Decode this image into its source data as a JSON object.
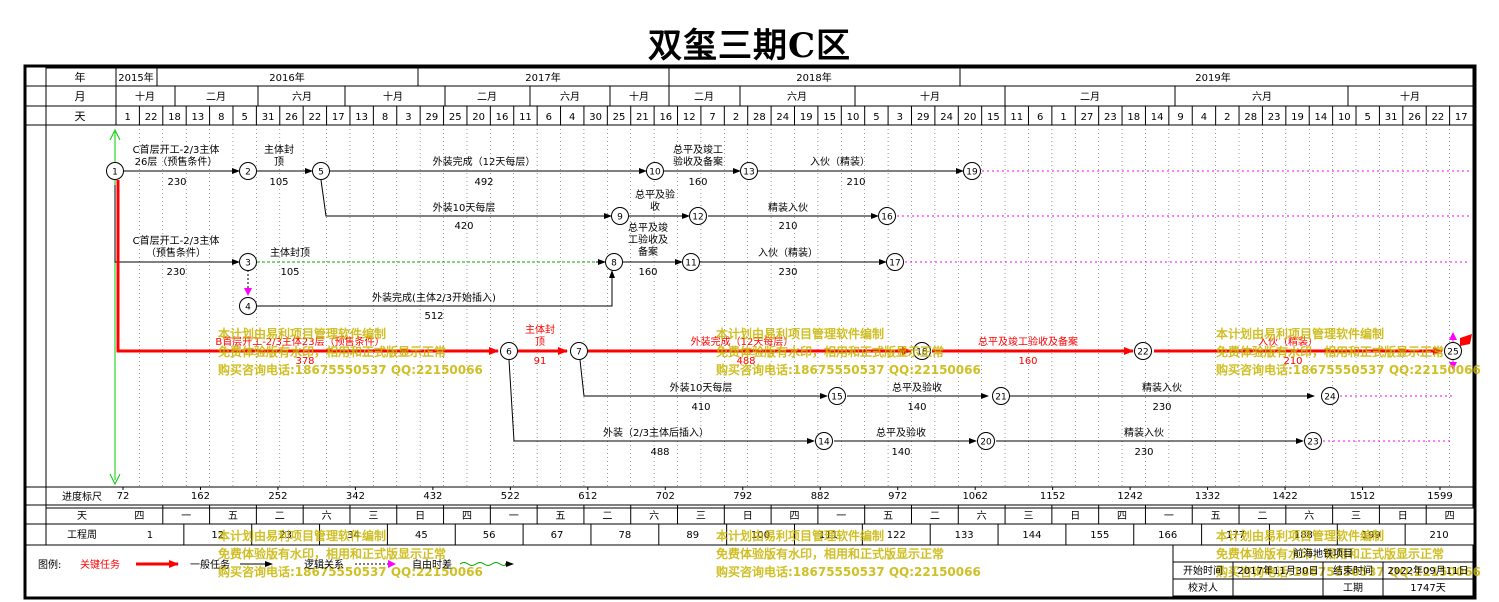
{
  "title": "双玺三期C区",
  "header": {
    "row_labels": {
      "year": "年",
      "month": "月",
      "day": "天"
    },
    "years": [
      "2015年",
      "2016年",
      "2017年",
      "2018年",
      "2019年"
    ],
    "months": [
      "十月",
      "二月",
      "六月",
      "十月",
      "二月",
      "六月",
      "十月",
      "二月",
      "六月",
      "十月",
      "二月",
      "六月",
      "十月"
    ],
    "days": [
      "1",
      "22",
      "18",
      "13",
      "8",
      "5",
      "31",
      "26",
      "22",
      "17",
      "13",
      "8",
      "3",
      "29",
      "25",
      "20",
      "16",
      "11",
      "6",
      "4",
      "30",
      "25",
      "21",
      "16",
      "12",
      "7",
      "2",
      "28",
      "24",
      "19",
      "15",
      "10",
      "5",
      "3",
      "29",
      "24",
      "20",
      "15",
      "11",
      "6",
      "1",
      "27",
      "23",
      "18",
      "14",
      "9",
      "4",
      "2",
      "28",
      "23",
      "19",
      "14",
      "10",
      "5",
      "31",
      "26",
      "22",
      "17"
    ]
  },
  "bottom": {
    "scale_label": "进度标尺",
    "scale": [
      "72",
      "162",
      "252",
      "342",
      "432",
      "522",
      "612",
      "702",
      "792",
      "882",
      "972",
      "1062",
      "1152",
      "1242",
      "1332",
      "1422",
      "1512",
      "1599"
    ],
    "weekday_label": "天",
    "weekdays": [
      "四",
      "一",
      "五",
      "二",
      "六",
      "三",
      "日",
      "四",
      "一",
      "五",
      "二",
      "六",
      "三",
      "日",
      "四",
      "一",
      "五",
      "二",
      "六",
      "三",
      "日",
      "四",
      "一",
      "五",
      "二",
      "六",
      "三",
      "日",
      "四"
    ],
    "week_label": "工程周",
    "weeks": [
      "1",
      "12",
      "23",
      "34",
      "45",
      "56",
      "67",
      "78",
      "89",
      "100",
      "111",
      "122",
      "133",
      "144",
      "155",
      "166",
      "177",
      "188",
      "199",
      "210"
    ]
  },
  "tasks": [
    {
      "label": "C首层开工-2/3主体",
      "label2": "26层（预售条件）",
      "duration": "230"
    },
    {
      "label": "主体封",
      "label2": "顶",
      "duration": "105"
    },
    {
      "label": "外装完成（12天每层）",
      "duration": "492"
    },
    {
      "label": "总平及竣工",
      "label2": "验收及备案",
      "duration": "160"
    },
    {
      "label": "入伙（精装）",
      "duration": "210"
    },
    {
      "label": "外装10天每层",
      "duration": "420"
    },
    {
      "label": "总平及验",
      "label2": "收",
      "duration": "160"
    },
    {
      "label": "精装入伙",
      "duration": "210"
    },
    {
      "label": "C首层开工-2/3主体",
      "label2": "（预售条件）",
      "duration": "230"
    },
    {
      "label": "主体封顶",
      "duration": "105"
    },
    {
      "label": "总平及竣",
      "label2": "工验收及",
      "label3": "备案",
      "duration": "160"
    },
    {
      "label": "入伙（精装）",
      "duration": "230"
    },
    {
      "label": "外装完成(主体2/3开始插入)",
      "duration": "512"
    },
    {
      "label": "B首层开工-2/3主体23层（预售条件）",
      "duration": "378"
    },
    {
      "label": "主体封",
      "label2": "顶",
      "duration": "91"
    },
    {
      "label": "外装完成（12天每层）",
      "duration": "488"
    },
    {
      "label": "总平及竣工验收及备案",
      "duration": "160"
    },
    {
      "label": "入伙（精装）",
      "duration": "210"
    },
    {
      "label": "外装10天每层",
      "duration": "410"
    },
    {
      "label": "总平及验收",
      "duration": "140"
    },
    {
      "label": "精装入伙",
      "duration": "230"
    },
    {
      "label": "外装（2/3主体后插入）",
      "duration": "488"
    },
    {
      "label": "总平及验收",
      "duration": "140"
    },
    {
      "label": "精装入伙",
      "duration": "230"
    }
  ],
  "nodes": [
    "1",
    "2",
    "3",
    "4",
    "5",
    "6",
    "7",
    "8",
    "9",
    "10",
    "11",
    "12",
    "13",
    "14",
    "15",
    "16",
    "17",
    "18",
    "19",
    "20",
    "21",
    "22",
    "23",
    "24",
    "25"
  ],
  "watermark": {
    "line1": "本计划由易利项目管理软件编制",
    "line2": "免费体验版有水印，相用和正式版显示正常",
    "line3": "购买咨询电话:18675550537 QQ:22150066"
  },
  "legend": {
    "label": "图例:",
    "critical": "关键任务",
    "normal": "一般任务",
    "logic": "逻辑关系",
    "float": "自由时差"
  },
  "info": {
    "project": "前海地铁项目",
    "start_label": "开始时间",
    "start_value": "2017年11月30日",
    "end_label": "结束时间",
    "end_value": "2022年09月11日",
    "checker_label": "校对人",
    "duration_label": "工期",
    "duration_value": "1747天"
  },
  "colors": {
    "critical": "#ff0000",
    "normal": "#000000",
    "logic": "#ff00ff",
    "float": "#00aa00",
    "watermark": "#c8b400"
  }
}
